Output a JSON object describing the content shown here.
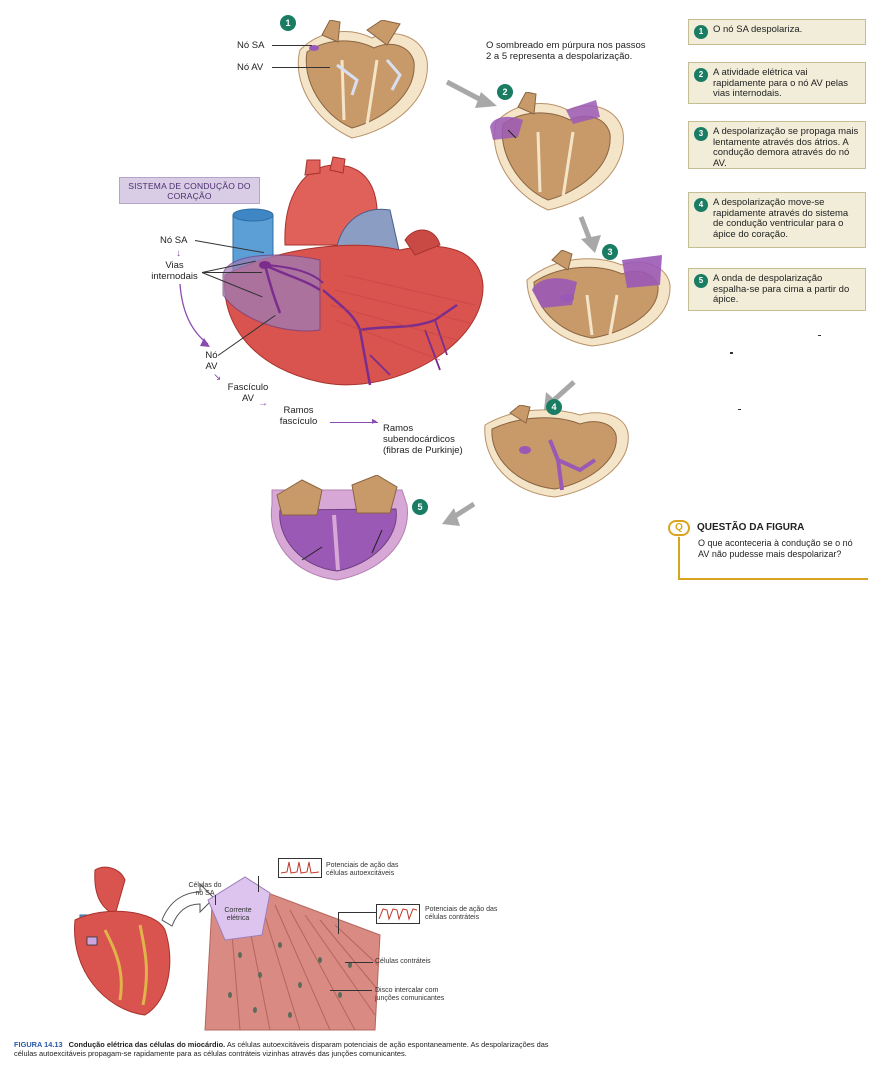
{
  "steps": [
    {
      "num": "1",
      "text": "O nó SA despolariza."
    },
    {
      "num": "2",
      "text": "A atividade elétrica vai rapidamente para o nó AV pelas vias internodais."
    },
    {
      "num": "3",
      "text": "A despolarização se propaga mais lentamente através dos átrios. A condução demora através do nó AV."
    },
    {
      "num": "4",
      "text": "A despolarização move-se rapidamente através do sistema de condução ventricular para o ápice do coração."
    },
    {
      "num": "5",
      "text": "A onda de despolarização espalha-se para cima a partir do ápice."
    }
  ],
  "labels": {
    "no_sa": "Nó SA",
    "no_av": "Nó AV",
    "shading_note": "O sombreado em púrpura nos passos 2 a 5 representa a despolarização.",
    "system_title": "SISTEMA DE CONDUÇÃO DO CORAÇÃO",
    "main_no_sa": "Nó SA",
    "vias": "Vias internodais",
    "main_no_av": "Nó AV",
    "fasciculo": "Fascículo AV",
    "ramos_fasc": "Ramos fascículo",
    "ramos_sub": "Ramos subendocárdicos (fibras de Purkinje)"
  },
  "question": {
    "title": "QUESTÃO DA FIGURA",
    "text": "O que aconteceria à condução se o nó AV não pudesse mais despolarizar?"
  },
  "figure2": {
    "cells_sa": "Células do nó SA",
    "corrente": "Corrente elétrica",
    "ap_auto": "Potenciais de ação das células autoexcitáveis",
    "ap_contr": "Potenciais de ação das células contráteis",
    "contract_cells": "Células contráteis",
    "disc": "Disco intercalar com junções comunicantes"
  },
  "caption": {
    "label": "FIGURA 14.13",
    "title": "Condução elétrica das células do miocárdio.",
    "text": "As células autoexcitáveis disparam potenciais de ação espontaneamente. As despolarizações das células autoexcitáveis propagam-se rapidamente para as células contráteis vizinhas através das junções comunicantes."
  },
  "colors": {
    "tissue": "#c89a6a",
    "depolarized": "#9b59b6",
    "heart_red": "#d9534f",
    "badge": "#1a7d63",
    "box_bg": "#f1edd8"
  }
}
